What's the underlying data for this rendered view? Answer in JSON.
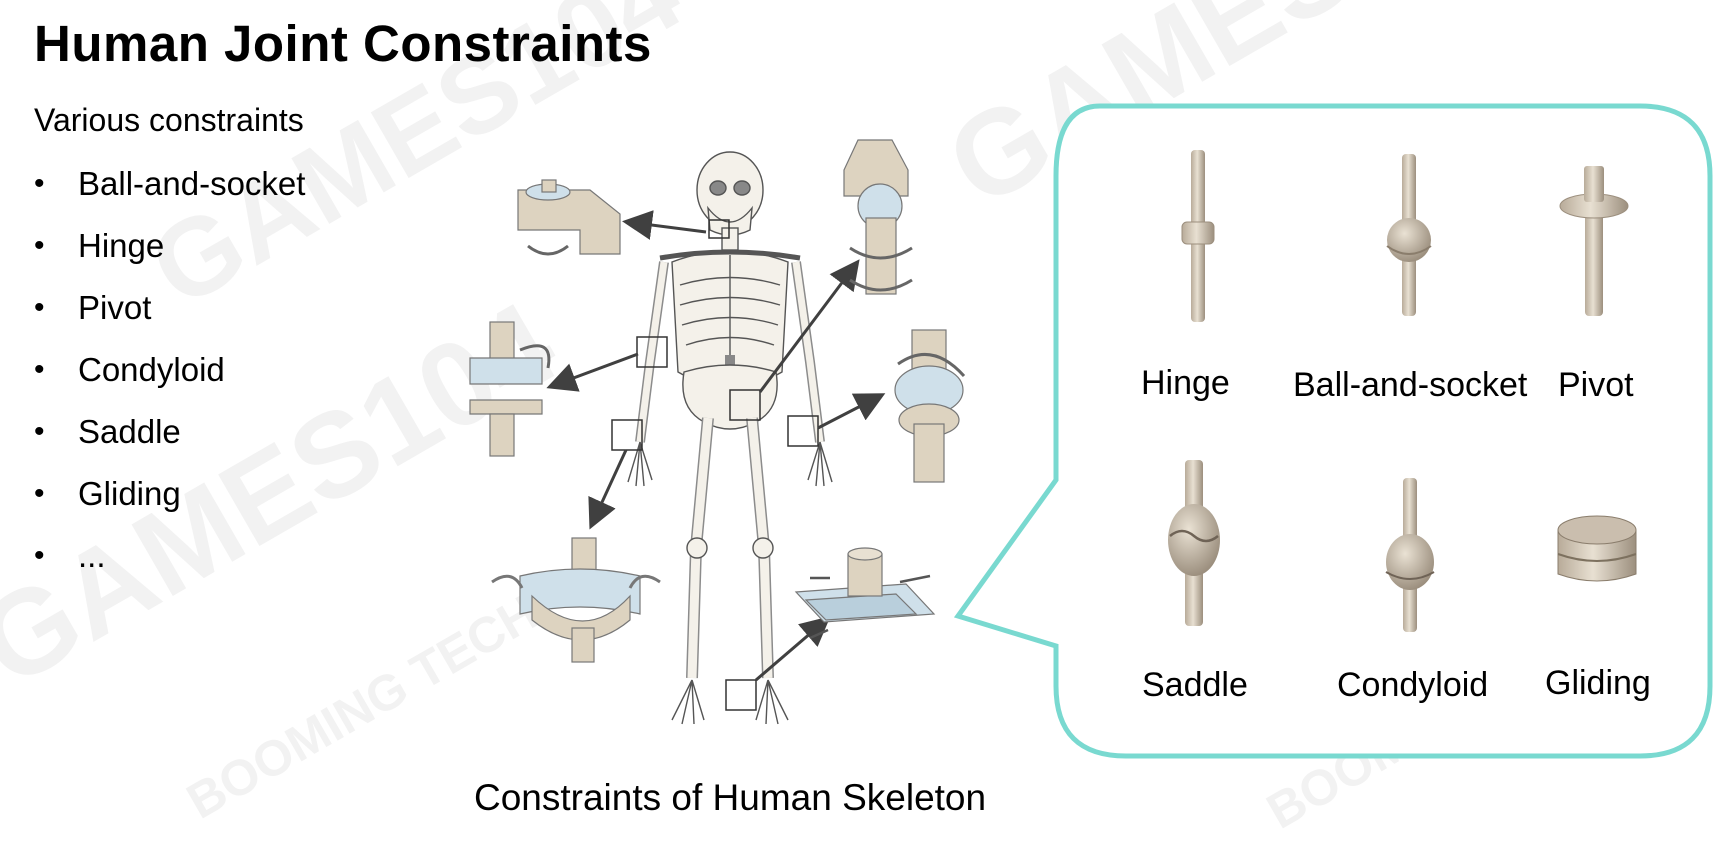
{
  "slide": {
    "title": "Human Joint Constraints",
    "subtitle": "Various constraints",
    "bullets": [
      "Ball-and-socket",
      "Hinge",
      "Pivot",
      "Condyloid",
      "Saddle",
      "Gliding",
      "..."
    ],
    "bullet_glyph": "•",
    "diagram_caption": "Constraints of Human Skeleton",
    "watermark_texts": [
      "GAMES104",
      "BOOMING TECH"
    ]
  },
  "callout": {
    "border_color": "#79d9d0",
    "labels": {
      "hinge": "Hinge",
      "ball_and_socket": "Ball-and-socket",
      "pivot": "Pivot",
      "saddle": "Saddle",
      "condyloid": "Condyloid",
      "gliding": "Gliding"
    }
  },
  "colors": {
    "bone": "#f4f1ea",
    "joint_beige": "#ddd3c0",
    "joint_blue": "#cfe0ea",
    "model_gray": "#b8ab99",
    "arrow": "#404040"
  }
}
